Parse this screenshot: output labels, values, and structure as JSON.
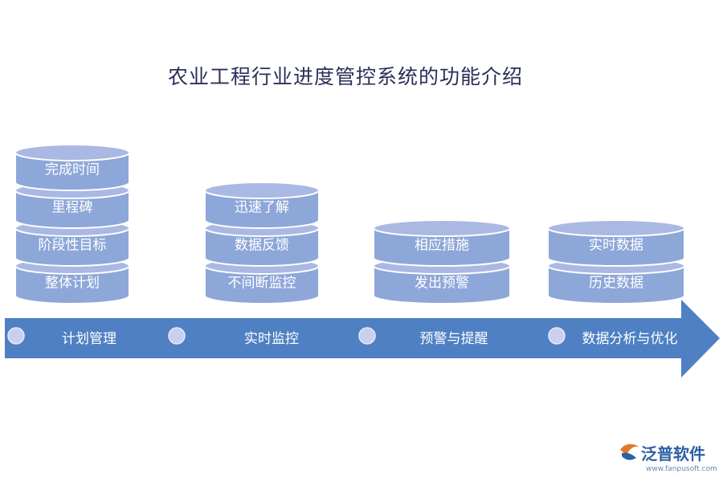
{
  "title": "农业工程行业进度管控系统的功能介绍",
  "colors": {
    "cylinder_fill": "#8ea7d9",
    "cylinder_top": "#aab9e3",
    "cylinder_stroke": "#ffffff",
    "arrow": "#4f80c3",
    "dot": "#c8d0ee"
  },
  "stages": [
    {
      "label": "计划管理",
      "items": [
        "完成时间",
        "里程碑",
        "阶段性目标",
        "整体计划"
      ]
    },
    {
      "label": "实时监控",
      "items": [
        "迅速了解",
        "数据反馈",
        "不间断监控"
      ]
    },
    {
      "label": "预警与提醒",
      "items": [
        "相应措施",
        "发出预警"
      ]
    },
    {
      "label": "数据分析与优化",
      "items": [
        "实时数据",
        "历史数据"
      ]
    }
  ],
  "logo": {
    "name": "泛普软件",
    "url": "www.fanpusoft.com",
    "icon": "fanpu-logo-icon"
  }
}
